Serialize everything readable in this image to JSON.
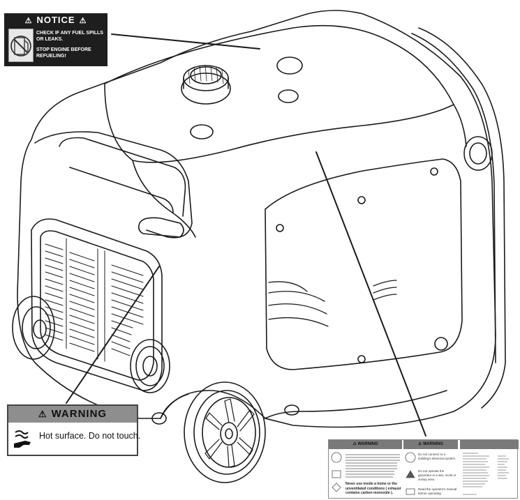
{
  "notice_label": {
    "title": "NOTICE",
    "line1": "CHECK IF ANY FUEL SPILLS",
    "line2": "OR LEAKS.",
    "line3": "STOP ENGINE BEFORE",
    "line4": "REFUELING!",
    "icon": "no-fuel-pump-icon"
  },
  "warning_label": {
    "title": "WARNING",
    "message": "Hot surface. Do not touch.",
    "icon": "hot-surface-hand-icon"
  },
  "info_panel": {
    "left_title": "WARNING",
    "mid_title": "WARNING",
    "left_bold": "Never use inside a home or the unventilated conditions ( exhaust contains carbon monoxide ).",
    "mid_text_1": "Do not connect to a building's electrical system.",
    "mid_text_2": "Do not operate the generator in a wet, moist or snowy area.",
    "mid_text_3": "Read the operator's manual before operating."
  },
  "colors": {
    "line": "#1a1a1a",
    "label_dark": "#1e1e1e",
    "label_header_grey": "#8e8e8e"
  }
}
